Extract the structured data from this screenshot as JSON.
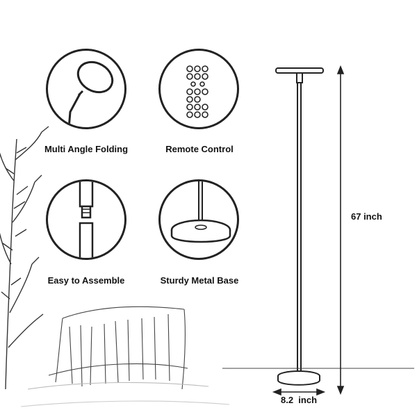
{
  "features": [
    {
      "key": "folding",
      "label": "Multi Angle Folding",
      "icon": "folding-lamp-head-icon"
    },
    {
      "key": "remote",
      "label": "Remote Control",
      "icon": "remote-control-icon"
    },
    {
      "key": "assemble",
      "label": "Easy to Assemble",
      "icon": "pole-joint-icon"
    },
    {
      "key": "base",
      "label": "Sturdy Metal Base",
      "icon": "metal-base-icon"
    }
  ],
  "dimensions": {
    "height": "67 inch",
    "base_width": "8.2  inch"
  },
  "colors": {
    "line": "#222222",
    "background": "#ffffff"
  }
}
